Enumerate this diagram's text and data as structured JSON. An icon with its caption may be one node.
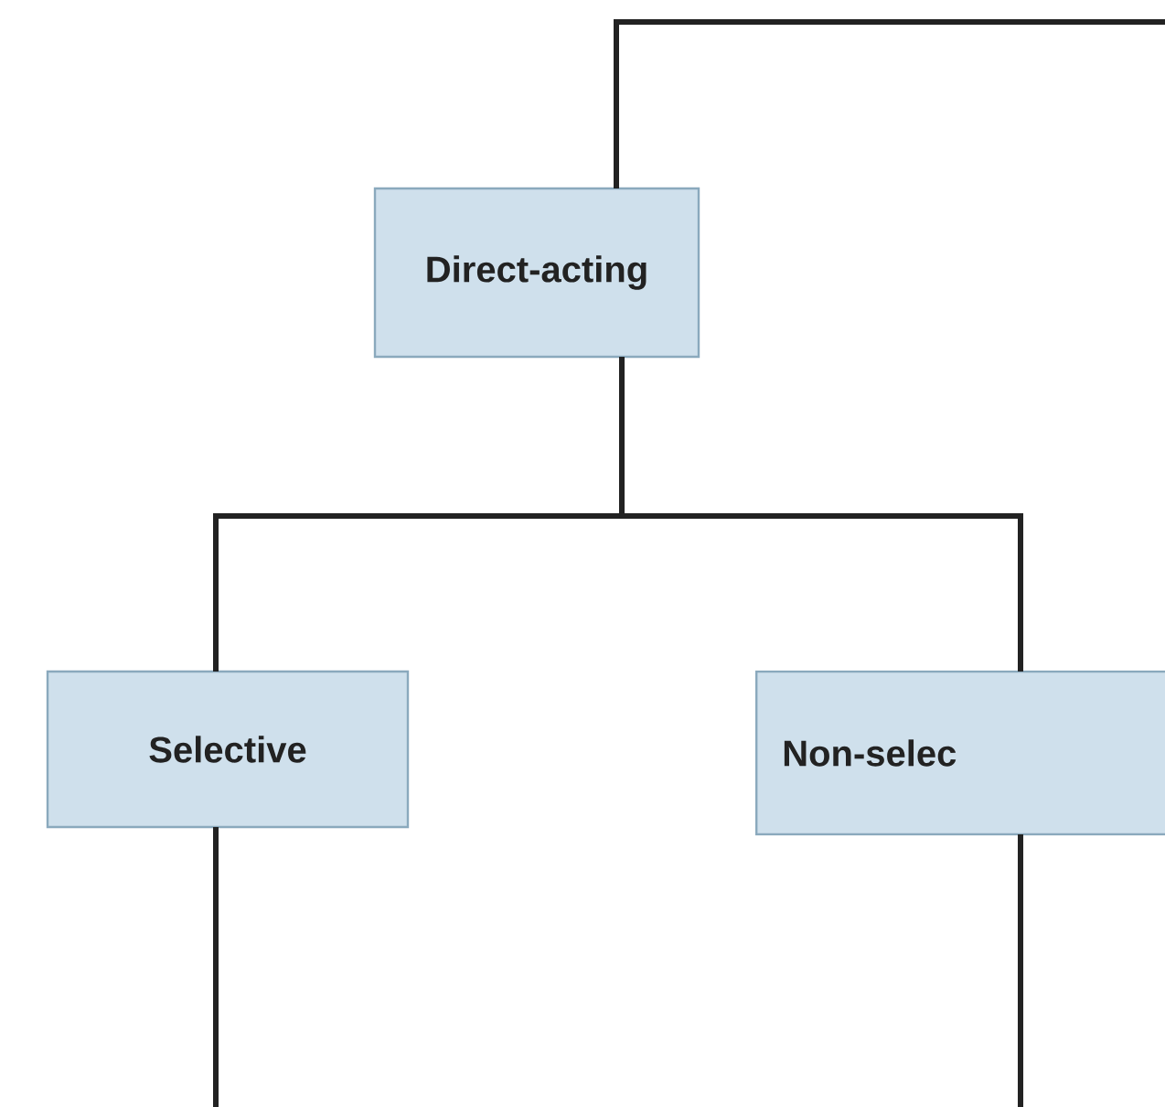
{
  "diagram": {
    "nodes": [
      {
        "text": [
          "Direct-acting"
        ]
      },
      {
        "text": [
          "Selective"
        ]
      },
      {
        "text": [
          "Non-selec"
        ]
      }
    ],
    "edges": [
      {
        "from": null,
        "to": 0,
        "arrow": "none"
      },
      {
        "from": 0,
        "to": 1,
        "arrow": "none"
      },
      {
        "from": 0,
        "to": 2,
        "arrow": "none"
      },
      {
        "from": 1,
        "to": null,
        "arrow": "none"
      },
      {
        "from": 2,
        "to": null,
        "arrow": "none"
      }
    ]
  }
}
